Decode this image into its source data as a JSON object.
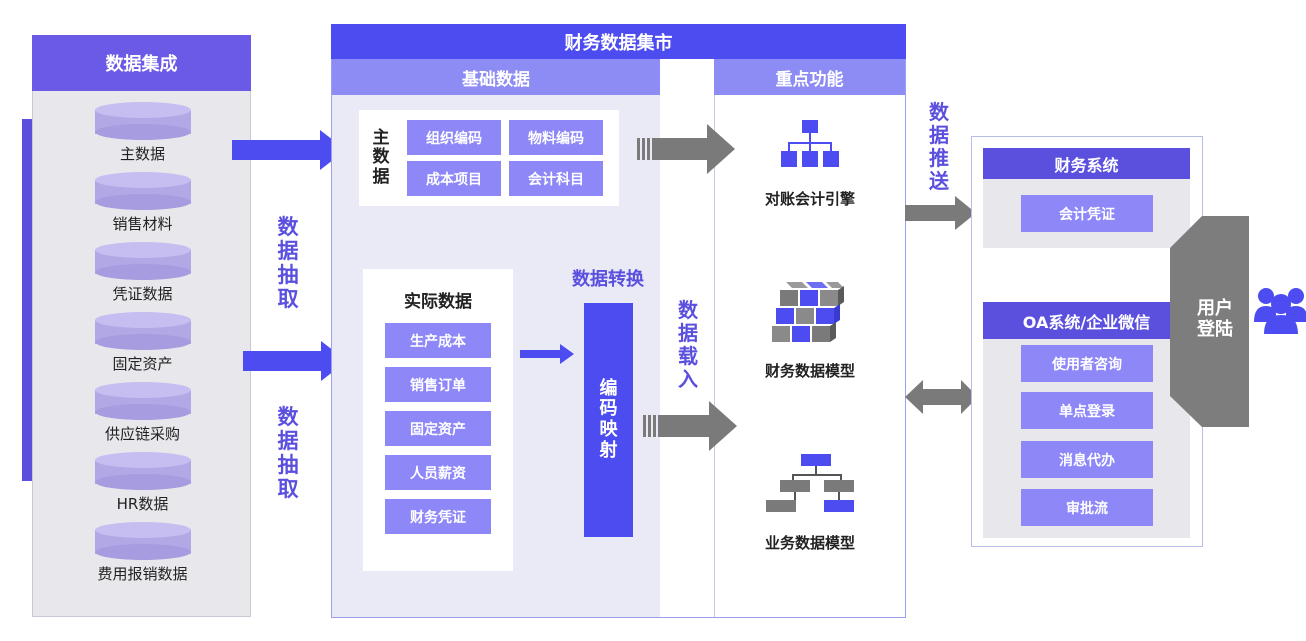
{
  "legacy": {
    "title_chars": [
      "现",
      "有",
      "业",
      "务",
      "系",
      "统"
    ]
  },
  "integration": {
    "title": "数据集成",
    "items": [
      "主数据",
      "销售材料",
      "凭证数据",
      "固定资产",
      "供应链采购",
      "HR数据",
      "费用报销数据"
    ]
  },
  "extract_labels": [
    [
      "数",
      "据",
      "抽",
      "取"
    ],
    [
      "数",
      "据",
      "抽",
      "取"
    ]
  ],
  "mart": {
    "title": "财务数据集市",
    "basic_title": "基础数据",
    "master": {
      "label_chars": [
        "主",
        "数",
        "据"
      ],
      "chips": [
        "组织编码",
        "物料编码",
        "成本项目",
        "会计科目"
      ]
    },
    "actual": {
      "title": "实际数据",
      "chips": [
        "生产成本",
        "销售订单",
        "固定资产",
        "人员薪资",
        "财务凭证"
      ]
    },
    "convert_title": "数据转换",
    "mapping_chars": [
      "编",
      "码",
      "映",
      "射"
    ],
    "load_chars": [
      "数",
      "据",
      "载",
      "入"
    ],
    "feature_title": "重点功能",
    "features": [
      "对账会计引擎",
      "财务数据模型",
      "业务数据模型"
    ]
  },
  "push_chars": [
    "数",
    "据",
    "推",
    "送"
  ],
  "finance_sys": {
    "title": "财务系统",
    "chips": [
      "会计凭证"
    ]
  },
  "oa_sys": {
    "title": "OA系统/企业微信",
    "chips": [
      "使用者咨询",
      "单点登录",
      "消息代办",
      "审批流"
    ]
  },
  "user_login_chars": [
    "用户",
    "登陆"
  ],
  "icons": {
    "feature_icons": [
      "org-chart-icon",
      "cube-grid-icon",
      "flowchart-icon"
    ],
    "users": "users-icon"
  },
  "colors": {
    "indigo": "#5b4fde",
    "blue": "#4c4cf0",
    "chip": "#8d87f7",
    "light_panel": "#e9e9f2",
    "gray_arrow": "#7a7a7a",
    "label_purple": "#5b4fde"
  }
}
